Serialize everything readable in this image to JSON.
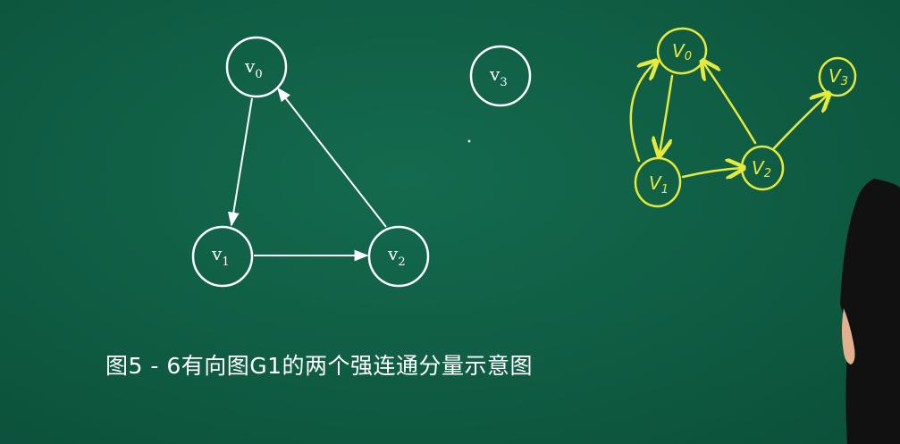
{
  "diagram": {
    "printed_nodes": [
      {
        "id": "p0",
        "base": "v",
        "sub": "0"
      },
      {
        "id": "p1",
        "base": "v",
        "sub": "1"
      },
      {
        "id": "p2",
        "base": "v",
        "sub": "2"
      },
      {
        "id": "p3",
        "base": "v",
        "sub": "3"
      }
    ],
    "printed_edges": [
      {
        "from": "v0",
        "to": "v1"
      },
      {
        "from": "v1",
        "to": "v2"
      },
      {
        "from": "v2",
        "to": "v0"
      }
    ],
    "handwritten_nodes": [
      {
        "id": "h0",
        "base": "V",
        "sub": "0"
      },
      {
        "id": "h1",
        "base": "V",
        "sub": "1"
      },
      {
        "id": "h2",
        "base": "V",
        "sub": "2"
      },
      {
        "id": "h3",
        "base": "V",
        "sub": "3"
      }
    ],
    "handwritten_edges": [
      {
        "from": "V0",
        "to": "V1"
      },
      {
        "from": "V1",
        "to": "V0"
      },
      {
        "from": "V1",
        "to": "V2"
      },
      {
        "from": "V2",
        "to": "V0"
      },
      {
        "from": "V2",
        "to": "V3"
      }
    ]
  },
  "caption": "图5 - 6有向图G1的两个强连通分量示意图",
  "colors": {
    "board": "#0f5a42",
    "printed_ink": "#ffffff",
    "chalk_yellow": "#e6ea3a",
    "presenter_clothing": "#111111",
    "presenter_skin": "#e2b08e"
  }
}
